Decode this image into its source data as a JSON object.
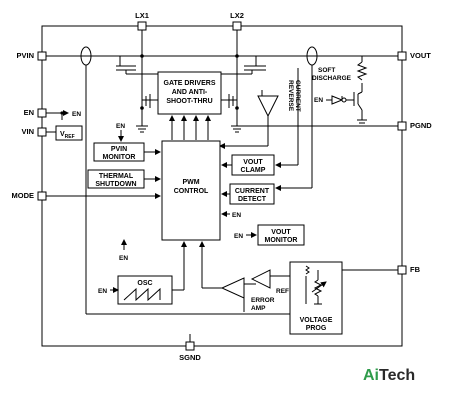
{
  "pins": {
    "lx1": "LX1",
    "lx2": "LX2",
    "pvin": "PVIN",
    "vout": "VOUT",
    "en": "EN",
    "vin": "VIN",
    "pgnd": "PGND",
    "mode": "MODE",
    "fb": "FB",
    "sgnd": "SGND"
  },
  "blocks": {
    "gate_drivers": [
      "GATE DRIVERS",
      "AND ANTI-",
      "SHOOT-THRU"
    ],
    "pvin_monitor": [
      "PVIN",
      "MONITOR"
    ],
    "thermal_shutdown": [
      "THERMAL",
      "SHUTDOWN"
    ],
    "pwm_control": [
      "PWM",
      "CONTROL"
    ],
    "vout_clamp": [
      "VOUT",
      "CLAMP"
    ],
    "current_detect": [
      "CURRENT",
      "DETECT"
    ],
    "vout_monitor": [
      "VOUT",
      "MONITOR"
    ],
    "osc": "OSC",
    "voltage_prog": [
      "VOLTAGE",
      "PROG"
    ],
    "error_amp": [
      "ERROR",
      "AMP"
    ],
    "soft_discharge": [
      "SOFT",
      "DISCHARGE"
    ],
    "reverse_current": [
      "REVERSE",
      "CURRENT"
    ]
  },
  "signals": {
    "en": "EN",
    "ref": "REF",
    "vref_main": "V",
    "vref_sub": "REF"
  },
  "brand": {
    "ai": "Ai",
    "tech": "Tech",
    "ai_color": "#2e9b4a",
    "tech_color": "#2a2a2a"
  }
}
